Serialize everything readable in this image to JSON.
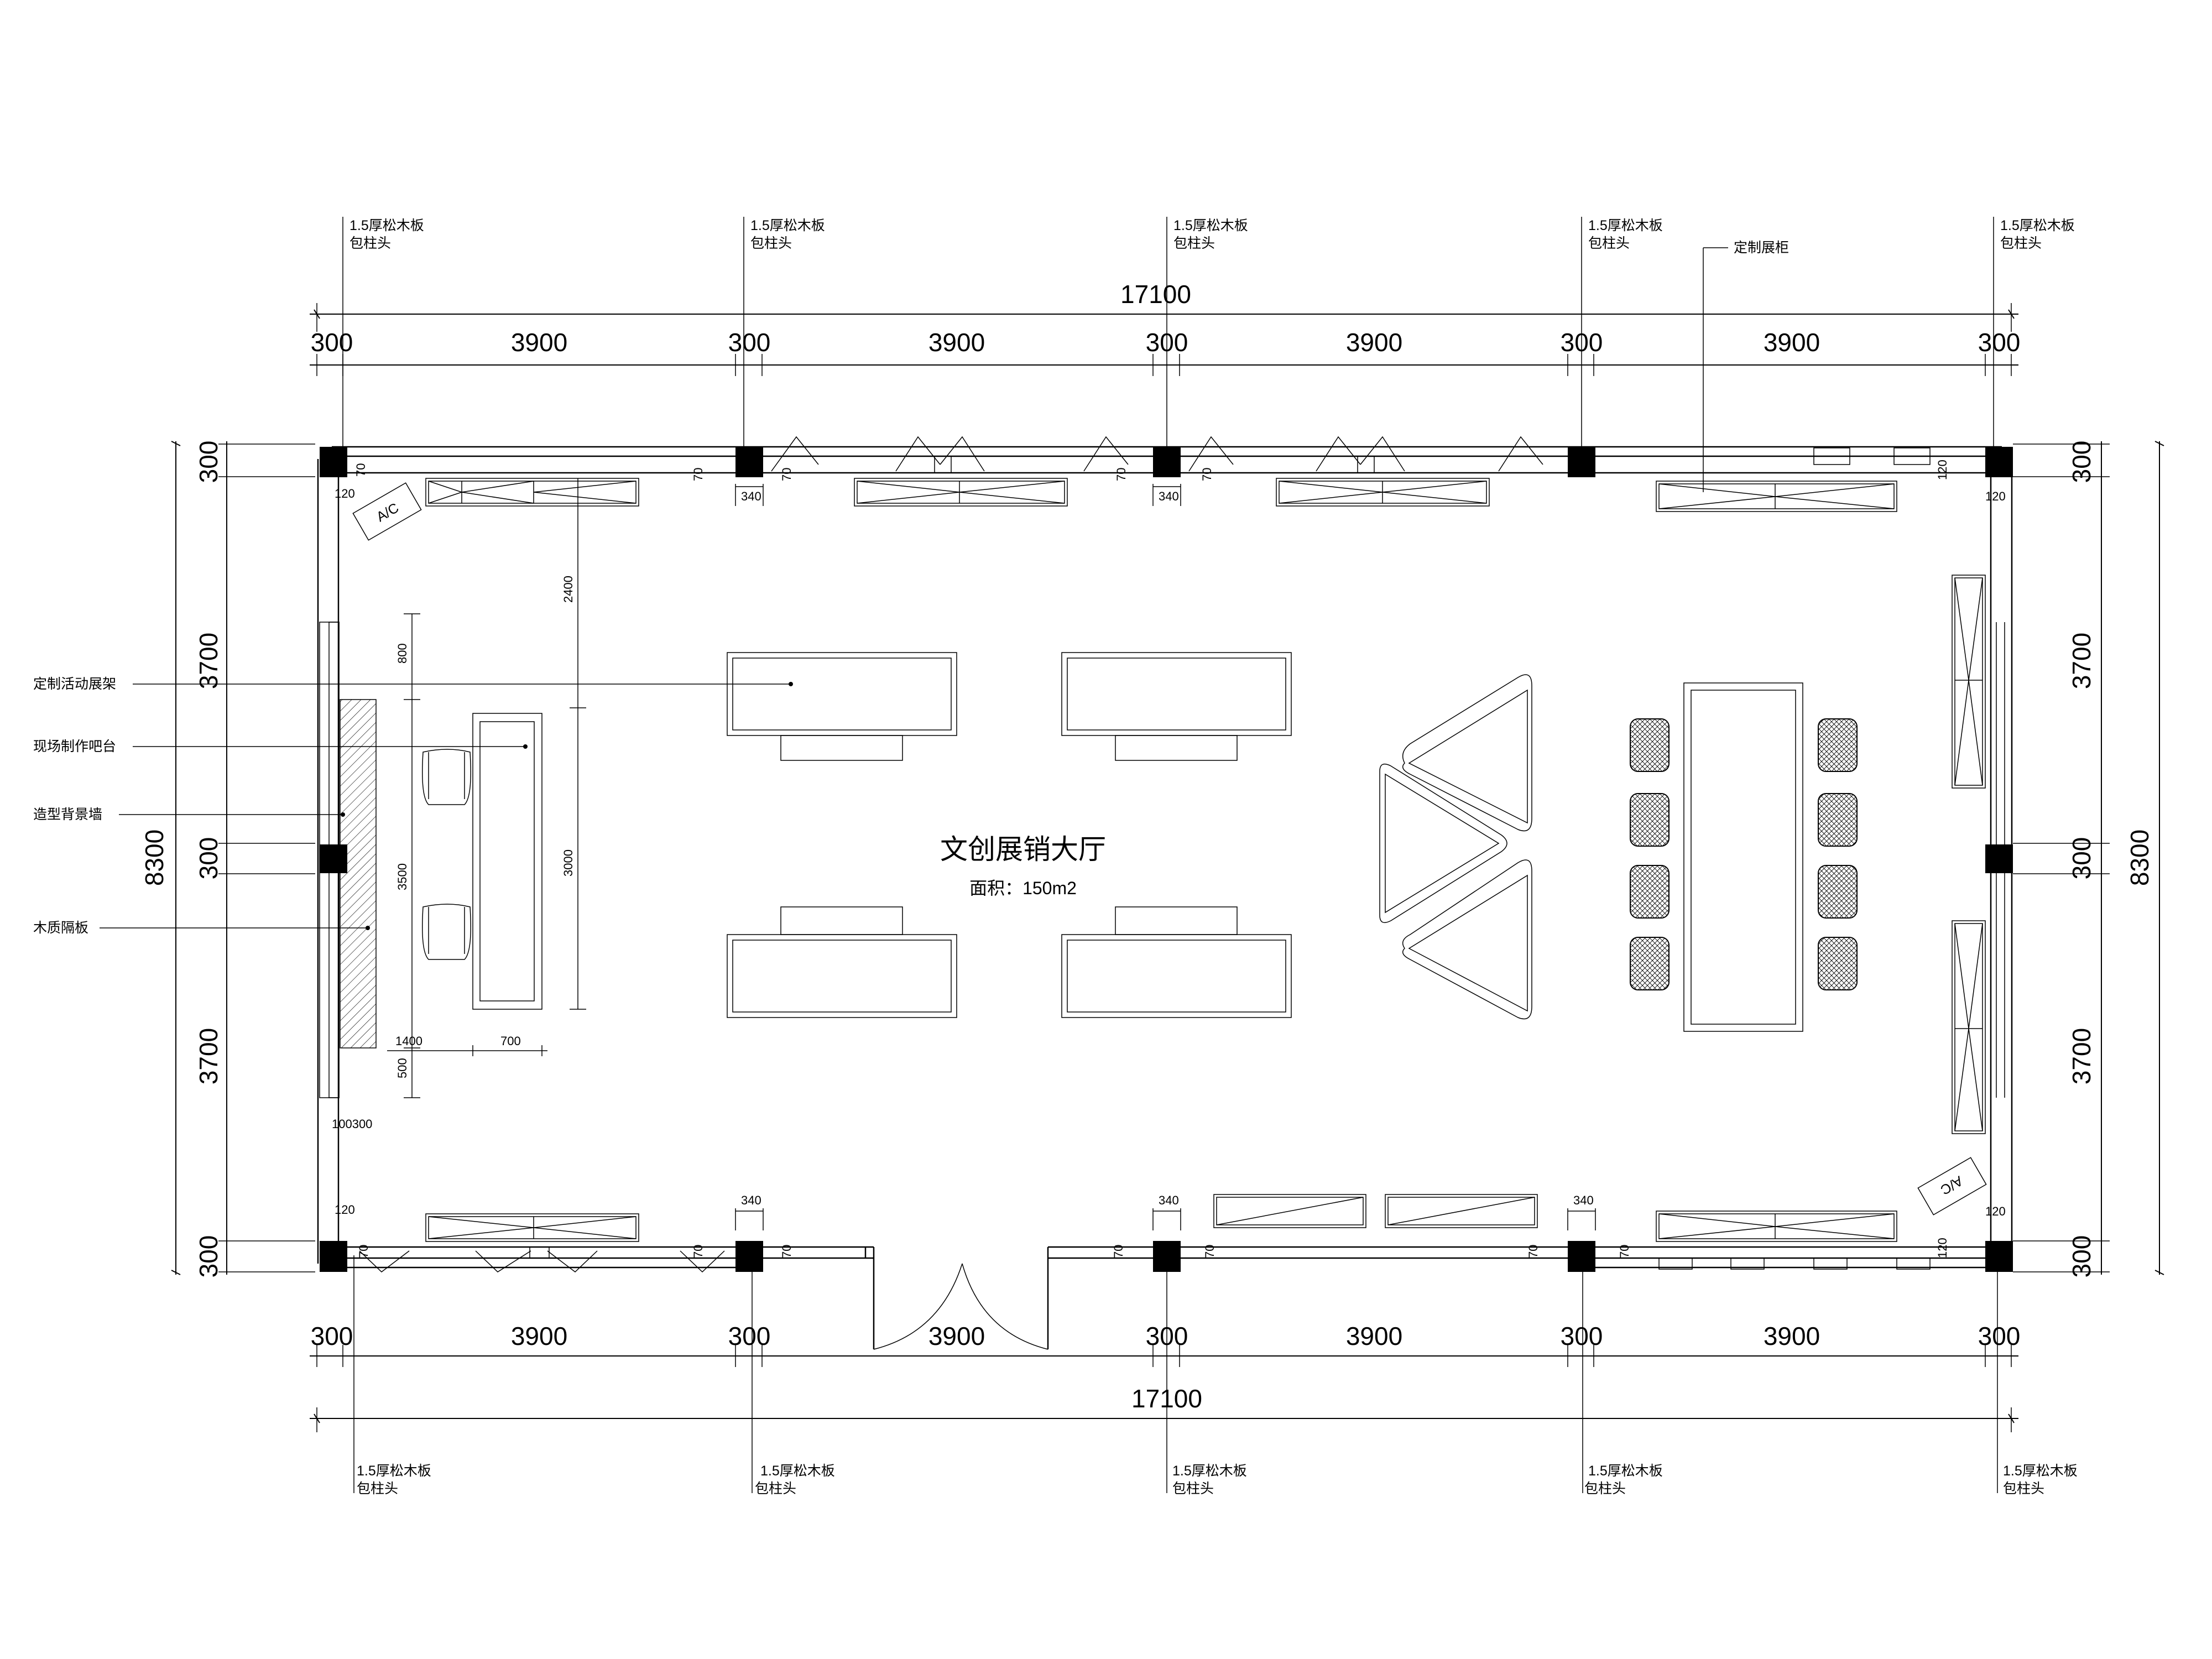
{
  "room": {
    "name": "文创展销大厅",
    "area": "面积：150m2"
  },
  "dimensions": {
    "total_width": "17100",
    "bay": "3900",
    "column": "300",
    "total_depth": "8300",
    "side_bay": "3700",
    "dim_120": "120",
    "dim_70": "70",
    "dim_340": "340",
    "dim_2400": "2400",
    "dim_800": "800",
    "dim_3000": "3000",
    "dim_3500": "3500",
    "dim_1400": "1400",
    "dim_700": "700",
    "dim_500": "500",
    "dim_100_300": "100300"
  },
  "notes": {
    "column_head_line1": "1.5厚松木板",
    "column_head_line2": "包柱头",
    "custom_cabinet": "定制展柜",
    "ac_top": "A/C",
    "ac_bottom": "A/C"
  },
  "legend": {
    "movable_shelf": "定制活动展架",
    "bar_counter": "现场制作吧台",
    "feature_wall": "造型背景墙",
    "wood_partition": "木质隔板"
  }
}
